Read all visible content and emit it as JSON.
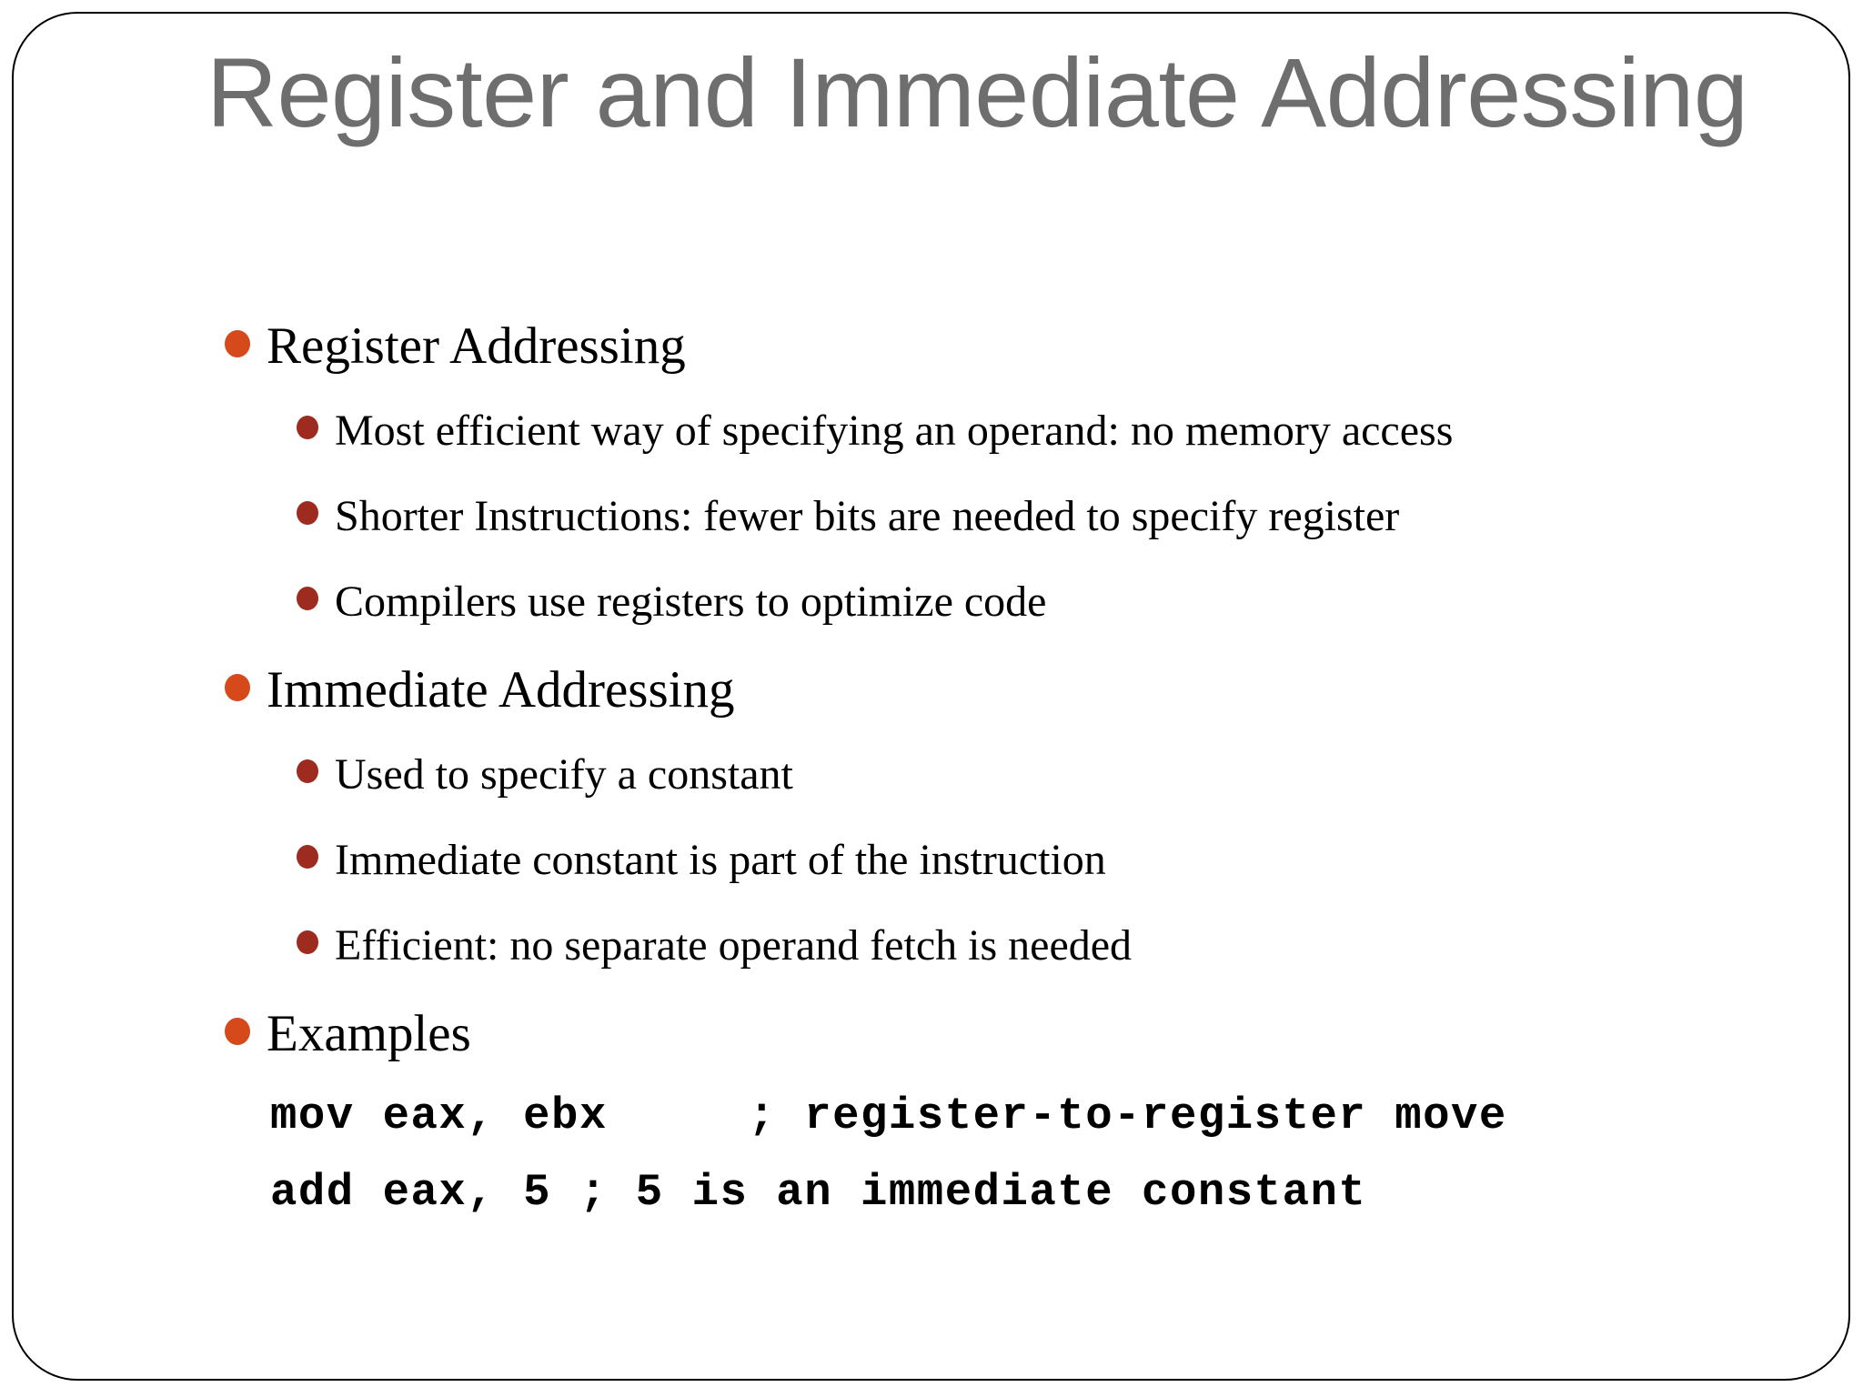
{
  "slide": {
    "title": "Register and Immediate Addressing",
    "title_color": "#6e6e6e",
    "background_color": "#ffffff",
    "border_color": "#000000",
    "bullet_level1_color": "#d5491a",
    "bullet_level2_color": "#9e2b20",
    "body_text_color": "#000000"
  },
  "content": {
    "section1": {
      "heading": "Register Addressing",
      "points": [
        "Most efficient way of specifying an operand: no memory access",
        "Shorter Instructions: fewer bits are needed to specify register",
        "Compilers use registers to optimize code"
      ]
    },
    "section2": {
      "heading": "Immediate Addressing",
      "points": [
        "Used to specify a constant",
        "Immediate constant is part of the instruction",
        "Efficient: no separate operand fetch is needed"
      ]
    },
    "section3": {
      "heading": "Examples",
      "code": [
        "mov eax, ebx     ; register-to-register move",
        "add eax, 5 ; 5 is an immediate constant"
      ]
    }
  }
}
